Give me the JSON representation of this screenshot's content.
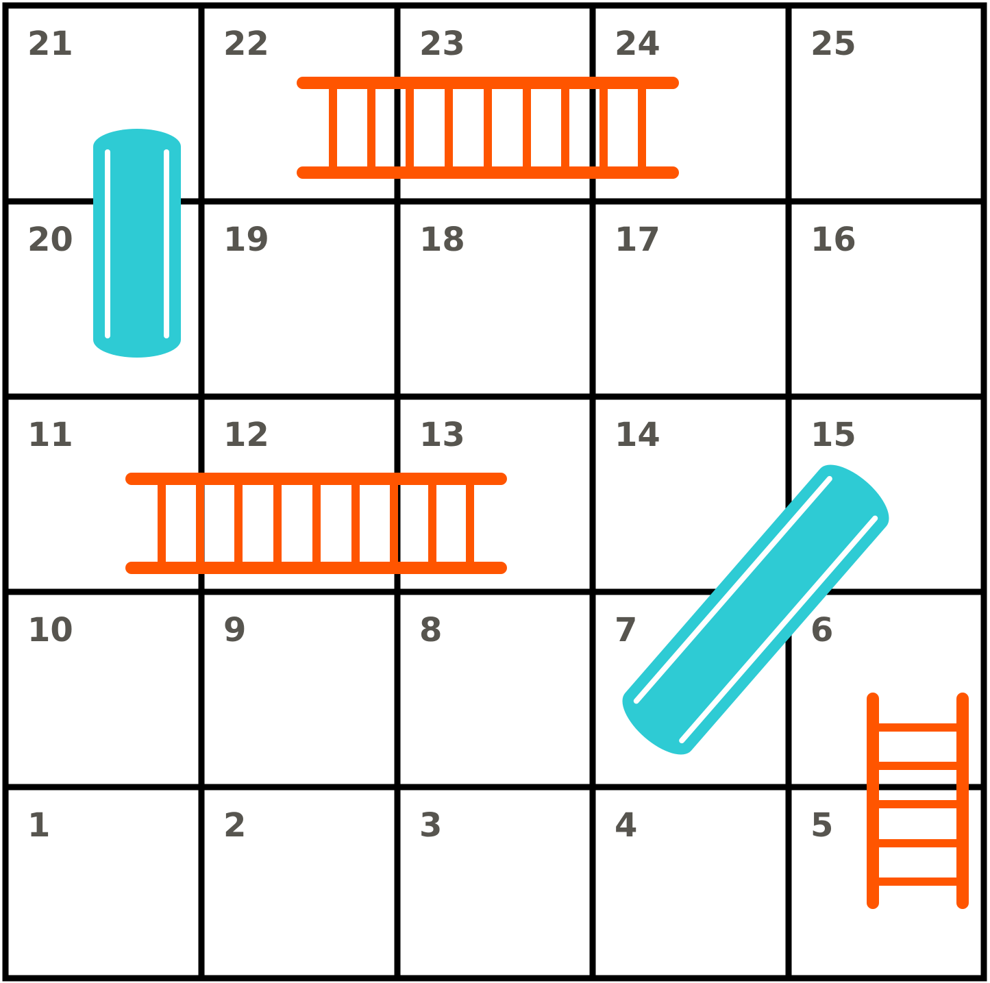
{
  "board": {
    "rows": [
      [
        "21",
        "22",
        "23",
        "24",
        "25"
      ],
      [
        "20",
        "19",
        "18",
        "17",
        "16"
      ],
      [
        "11",
        "12",
        "13",
        "14",
        "15"
      ],
      [
        "10",
        "9",
        "8",
        "7",
        "6"
      ],
      [
        "1",
        "2",
        "3",
        "4",
        "5"
      ]
    ],
    "colors": {
      "grid": "#000000",
      "number": "#57554f",
      "ladder": "#ff5500",
      "chute": "#2ecbd4",
      "chute_stripe": "#ffffff"
    }
  },
  "ladders": [
    {
      "name": "ladder-22-24",
      "from": "22",
      "to": "24"
    },
    {
      "name": "ladder-11-13",
      "from": "11",
      "to": "13"
    },
    {
      "name": "ladder-5-6",
      "from": "5",
      "to": "6"
    }
  ],
  "chutes": [
    {
      "name": "chute-20-21",
      "from": "21",
      "to": "20"
    },
    {
      "name": "chute-15-7",
      "from": "15",
      "to": "7"
    }
  ]
}
